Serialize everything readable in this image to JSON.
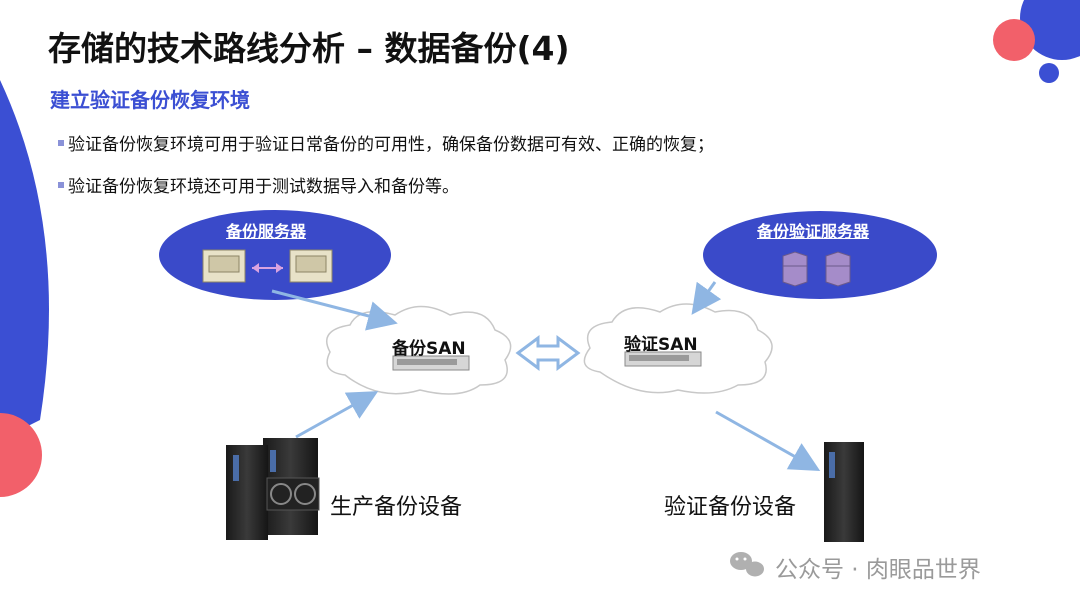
{
  "slide": {
    "title": "存储的技术路线分析 – 数据备份(4)",
    "subtitle": "建立验证备份恢复环境",
    "bullets": [
      "验证备份恢复环境可用于验证日常备份的可用性，确保备份数据可有效、正确的恢复；",
      "验证备份恢复环境还可用于测试数据导入和备份等。"
    ]
  },
  "diagram": {
    "backup_servers_label": "备份服务器",
    "verify_servers_label": "备份验证服务器",
    "backup_san_label": "备份SAN",
    "verify_san_label": "验证SAN",
    "production_device_label": "生产备份设备",
    "verify_device_label": "验证备份设备"
  },
  "watermark": "公众号 · 肉眼品世界",
  "colors": {
    "accent_blue": "#3b4fd3",
    "ellipse_blue": "#3a4ac9",
    "arrow_blue": "#8fb6e3",
    "coral": "#f2606a"
  }
}
